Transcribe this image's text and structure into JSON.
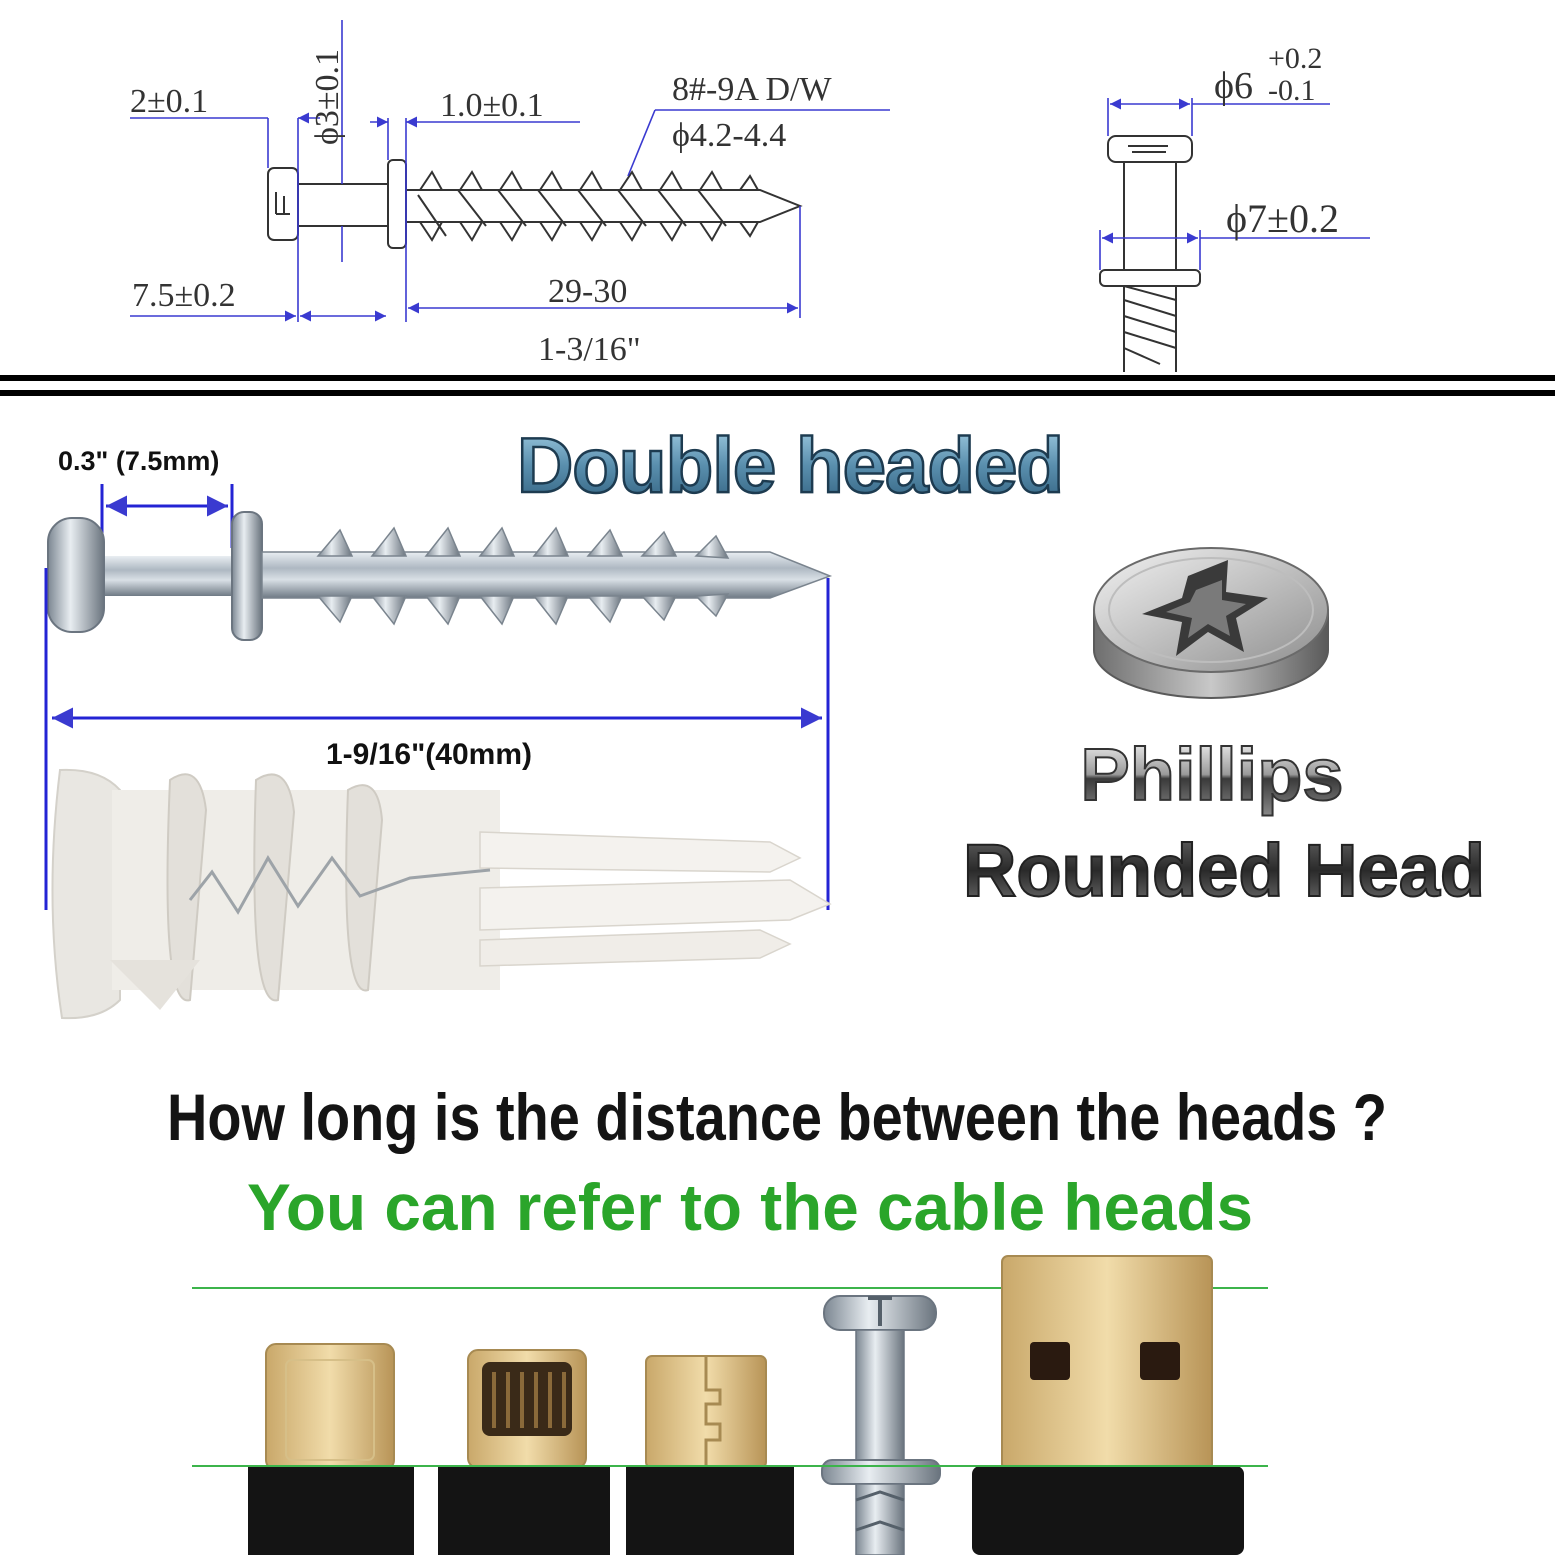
{
  "drawing": {
    "dims": {
      "head_thickness": "2±0.1",
      "shank_dia": "ϕ3±0.1",
      "washer_thickness": "1.0±0.1",
      "thread_spec": "8#-9A D/W",
      "thread_dia": "ϕ4.2-4.4",
      "head_gap": "7.5±0.2",
      "thread_len": "29-30",
      "thread_len_in": "1-3/16\"",
      "head_dia_base": "ϕ6",
      "head_dia_tol_plus": "+0.2",
      "head_dia_tol_minus": "-0.1",
      "washer_dia": "ϕ7±0.2"
    }
  },
  "product": {
    "title": "Double headed",
    "head_gap_label": "0.3\" (7.5mm)",
    "total_length_label": "1-9/16\"(40mm)",
    "feature_line1": "Phillips",
    "feature_line2": "Rounded Head"
  },
  "comparison": {
    "question": "How long is the distance between the heads ?",
    "answer": "You can refer to the cable heads"
  },
  "colors": {
    "dimension_line": "#3a3ad0",
    "drawing_line": "#333333",
    "answer_green": "#2aa52a",
    "guide_green": "#3cb44b"
  }
}
